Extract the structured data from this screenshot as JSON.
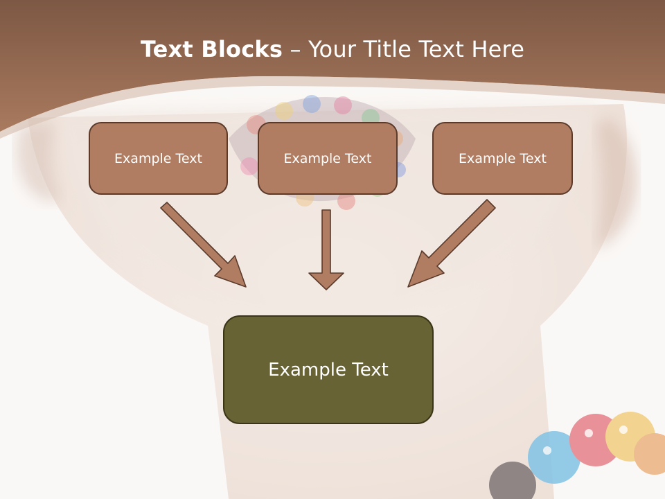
{
  "title": {
    "bold": "Text Blocks",
    "dash": " – ",
    "rest": "Your Title Text Here"
  },
  "boxes": {
    "left": "Example Text",
    "center": "Example Text",
    "right": "Example Text",
    "main": "Example Text"
  },
  "colors": {
    "header": "#9a6b50",
    "box_fill": "#b07d62",
    "box_border": "#5a3a2a",
    "main_fill": "#676334",
    "arrow": "#b07d62"
  }
}
